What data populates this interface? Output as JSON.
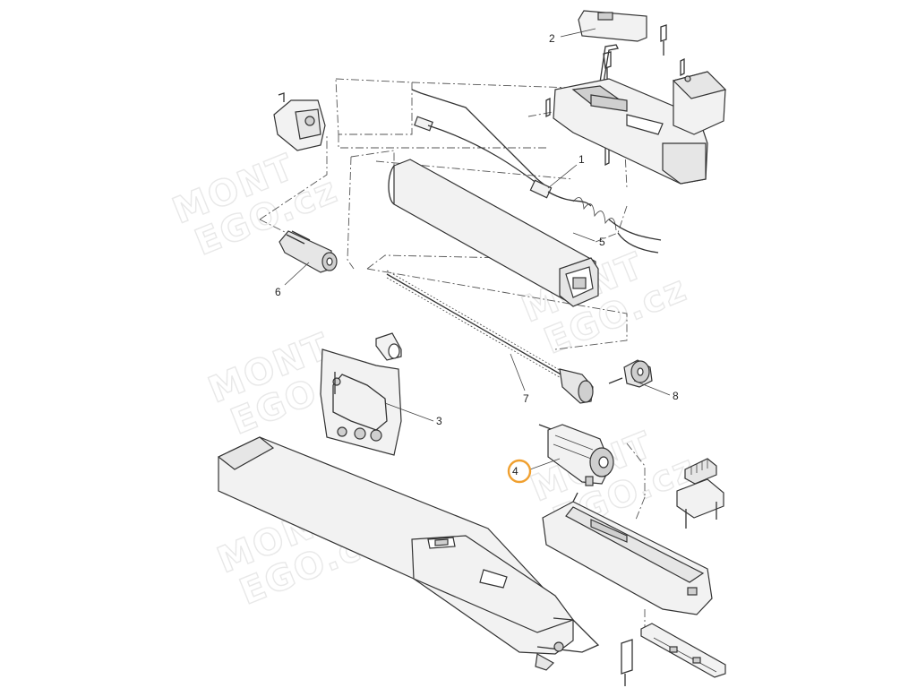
{
  "diagram": {
    "callouts": [
      {
        "id": "1",
        "label": "1"
      },
      {
        "id": "2",
        "label": "2"
      },
      {
        "id": "3",
        "label": "3"
      },
      {
        "id": "4",
        "label": "4",
        "highlighted": true
      },
      {
        "id": "5",
        "label": "5"
      },
      {
        "id": "6",
        "label": "6"
      },
      {
        "id": "7",
        "label": "7"
      },
      {
        "id": "8",
        "label": "8"
      }
    ],
    "highlight_color": "#f0a030",
    "watermark": [
      "MONT",
      "EGO.cz"
    ]
  }
}
